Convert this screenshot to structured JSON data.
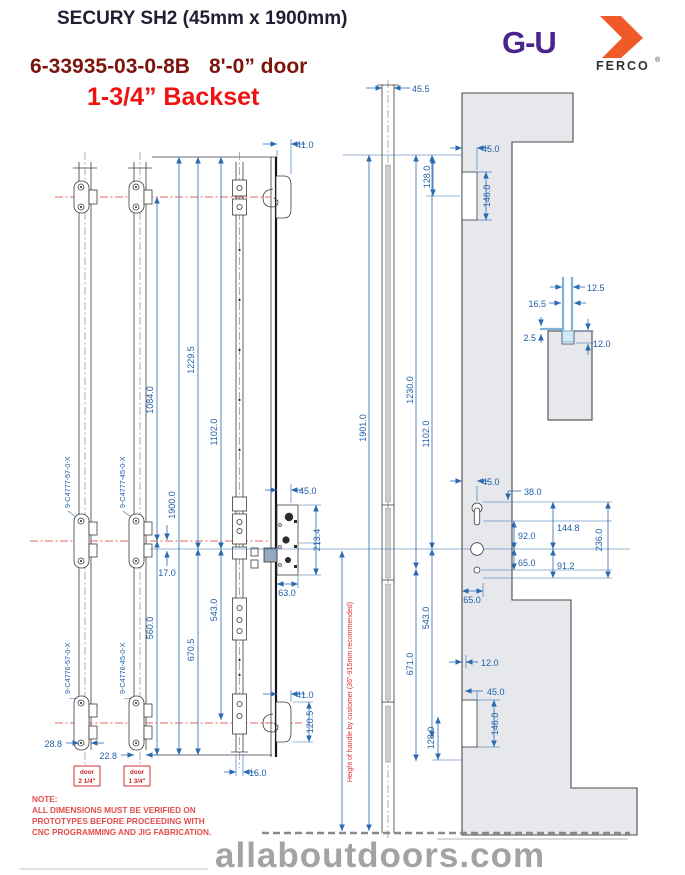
{
  "header": {
    "title": "SECURY SH2 (45mm x 1900mm)",
    "model": "6-33935-03-0-8B",
    "door_size": "8'-0” door",
    "backset": "1-3/4” Backset"
  },
  "logos": {
    "gu": "G-U",
    "ferco": "FERCO",
    "reg": "®"
  },
  "part_labels": {
    "top_left": "9-C4777-57-0-X",
    "top_right": "9-C4777-45-0-X",
    "bottom_left": "9-C4776-57-0-X",
    "bottom_right": "9-C4776-45-0-X"
  },
  "door_tags": {
    "left": {
      "l1": "door",
      "l2": "2 1/4\""
    },
    "right": {
      "l1": "door",
      "l2": "1 3/4\""
    }
  },
  "handle_note": "Height of handle by customer (36\"-915mm recommended)",
  "note": {
    "heading": "NOTE:",
    "line1": "ALL DIMENSIONS MUST BE VERIFIED ON",
    "line2": "PROTOTYPES BEFORE PROCEEDING WITH",
    "line3": "CNC PROGRAMMING AND JIG FABRICATION."
  },
  "watermark": "allaboutdoors.com",
  "dims": {
    "a41_top": "41.0",
    "a1084": "1084.0",
    "a1229": "1229.5",
    "a1102_left": "1102.0",
    "a1900": "1900.0",
    "a17": "17.0",
    "a560": "560.0",
    "a670": "670.5",
    "a543_left": "543.0",
    "a45_lock": "45.0",
    "a213": "213.4",
    "a63": "63.0",
    "a41_bot": "41.0",
    "a120": "120.5",
    "a16": "16.0",
    "a28": "28.8",
    "a22": "22.8",
    "b45_5": "45.5",
    "b45_top": "45.0",
    "b128_top": "128.0",
    "b146_top": "146.0",
    "b1901": "1901.0",
    "b1230": "1230.0",
    "b1102": "1102.0",
    "b543": "543.0",
    "b671": "671.0",
    "b45_key": "45.0",
    "b38": "38.0",
    "b92": "92.0",
    "b65": "65.0",
    "b144": "144.8",
    "b91": "91.2",
    "b236": "236.0",
    "b65_plate": "65.0",
    "b12": "12.0",
    "b45_bot": "45.0",
    "b146_bot": "146.0",
    "b128_bot": "128.0",
    "c12_5": "12.5",
    "c16_5": "16.5",
    "c2_5": "2.5",
    "c12_0": "12.0"
  },
  "colors": {
    "dim_blue": "#1e5ea8",
    "center_red": "#e06a60",
    "note_red": "#e34c4c",
    "backset_red": "#f01212",
    "model_maroon": "#7d140c",
    "gu_purple": "#4a2590",
    "ferco_orange": "#f05a28",
    "door_fill": "#e6e8eb"
  }
}
